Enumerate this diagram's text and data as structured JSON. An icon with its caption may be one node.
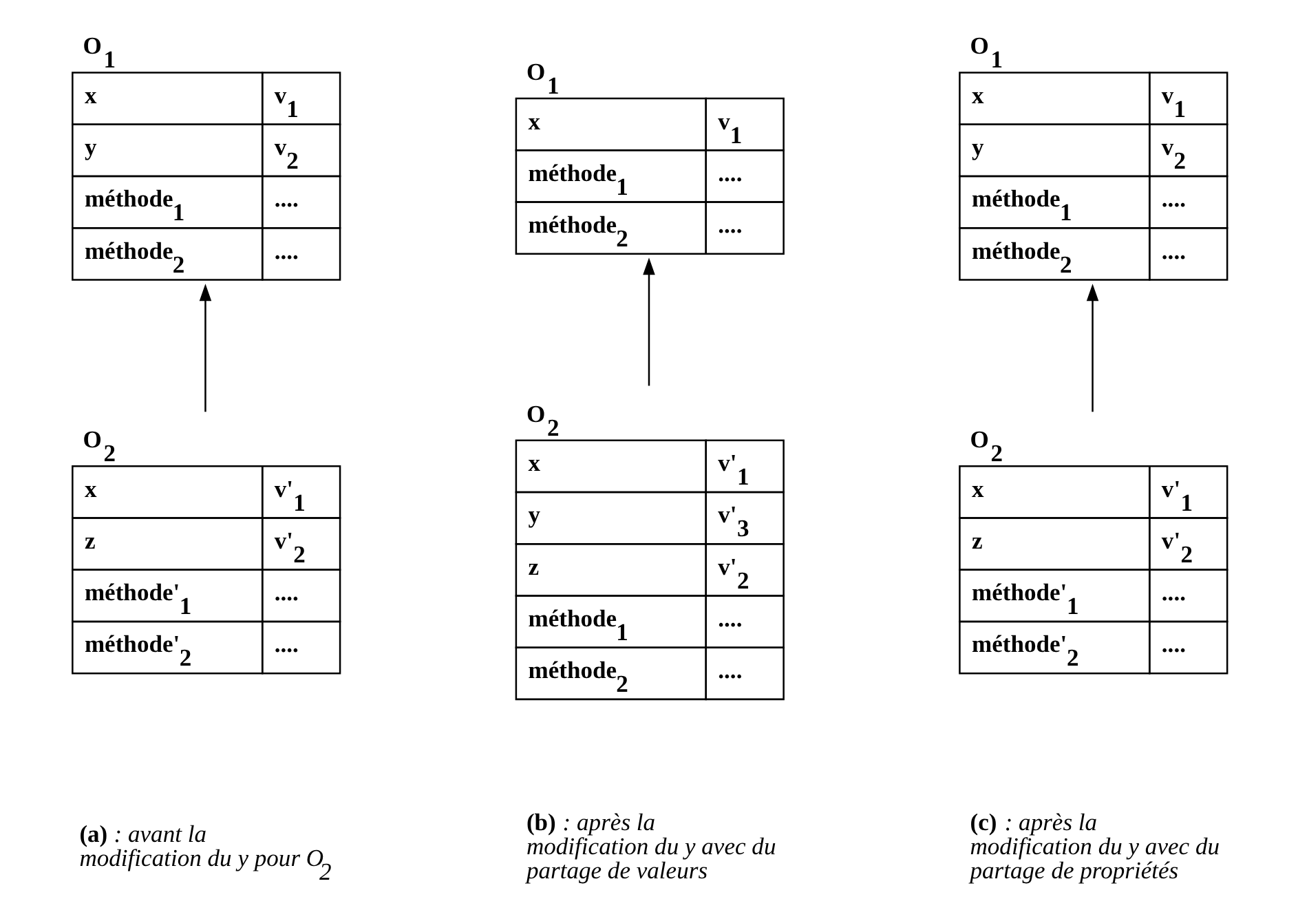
{
  "diagram": {
    "nodes": [
      {
        "text": [
          "O$_{1}$",
          "x",
          "v$_{1}$",
          "y",
          "v$_{2}$",
          "méthode$_{1}$",
          "....",
          "méthode$_{2}$",
          "...."
        ]
      },
      {
        "text": [
          "O$_{1}$",
          "x",
          "v$_{1}$",
          "méthode$_{1}$",
          "....",
          "méthode$_{2}$",
          "...."
        ]
      },
      {
        "text": [
          "O$_{1}$",
          "x",
          "v$_{1}$",
          "y",
          "v$_{2}$",
          "méthode$_{1}$",
          "....",
          "méthode$_{2}$",
          "...."
        ]
      },
      {
        "text": [
          "O$_{2}$",
          "x",
          "v'$_{1}$",
          "z",
          "v'$_{2}$",
          "méthode'$_{1}$",
          "....",
          "méthode'$_{2}$",
          "...."
        ]
      },
      {
        "text": [
          "O$_{2}$",
          "x",
          "v'$_{1}$",
          "y",
          "v'$_{3}$",
          "z",
          "v'$_{2}$",
          "méthode$_{1}$",
          "....",
          "méthode$_{2}$",
          "...."
        ]
      },
      {
        "text": [
          "O$_{2}$",
          "x",
          "v'$_{1}$",
          "z",
          "v'$_{2}$",
          "méthode'$_{1}$",
          "....",
          "méthode'$_{2}$",
          "...."
        ]
      }
    ],
    "edges": [
      {
        "from": 3,
        "to": 0,
        "arrow": "to"
      },
      {
        "from": 4,
        "to": 1,
        "arrow": "to"
      },
      {
        "from": 5,
        "to": 2,
        "arrow": "to"
      }
    ],
    "labels": [
      "**(a)** *: avant la modification du y pour O$_{2}$*",
      "**(b)** *: après la modification du y avec du partage de valeurs*",
      "**(c)** *: après la modification du y avec du partage de propriétés*"
    ]
  }
}
